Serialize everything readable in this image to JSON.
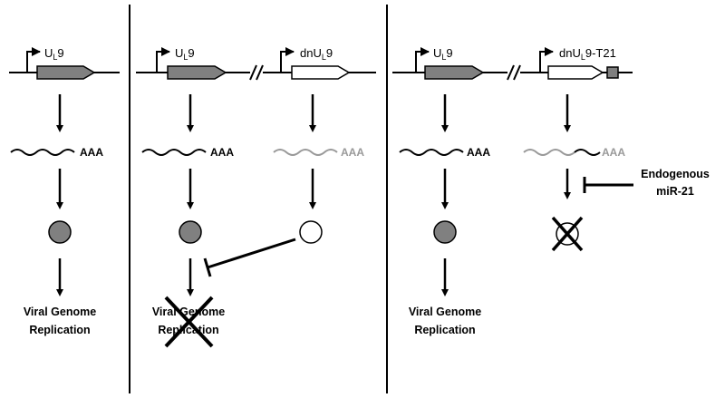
{
  "panels": [
    {
      "gene": {
        "prefix": "U",
        "sub": "L",
        "suffix": "9"
      },
      "polyA": "AAA",
      "outcome": [
        "Viral Genome",
        "Replication"
      ]
    },
    {
      "gene_wt": {
        "prefix": "U",
        "sub": "L",
        "suffix": "9"
      },
      "gene_dn": {
        "prefix": "dnU",
        "sub": "L",
        "suffix": "9"
      },
      "polyA_wt": "AAA",
      "polyA_dn": "AAA",
      "outcome": [
        "Viral Genome",
        "Replication"
      ]
    },
    {
      "gene_wt": {
        "prefix": "U",
        "sub": "L",
        "suffix": "9"
      },
      "gene_dn": {
        "prefix": "dnU",
        "sub": "L",
        "suffix": "9-T21"
      },
      "polyA_wt": "AAA",
      "polyA_dn": "AAA",
      "mirna": [
        "Endogenous",
        "miR-21"
      ],
      "outcome": [
        "Viral Genome",
        "Replication"
      ]
    }
  ],
  "colors": {
    "wild_type_gene": "#808080",
    "dominant_negative_gene": "#ffffff",
    "inactive_transcript": "#999999",
    "line": "#000000"
  }
}
